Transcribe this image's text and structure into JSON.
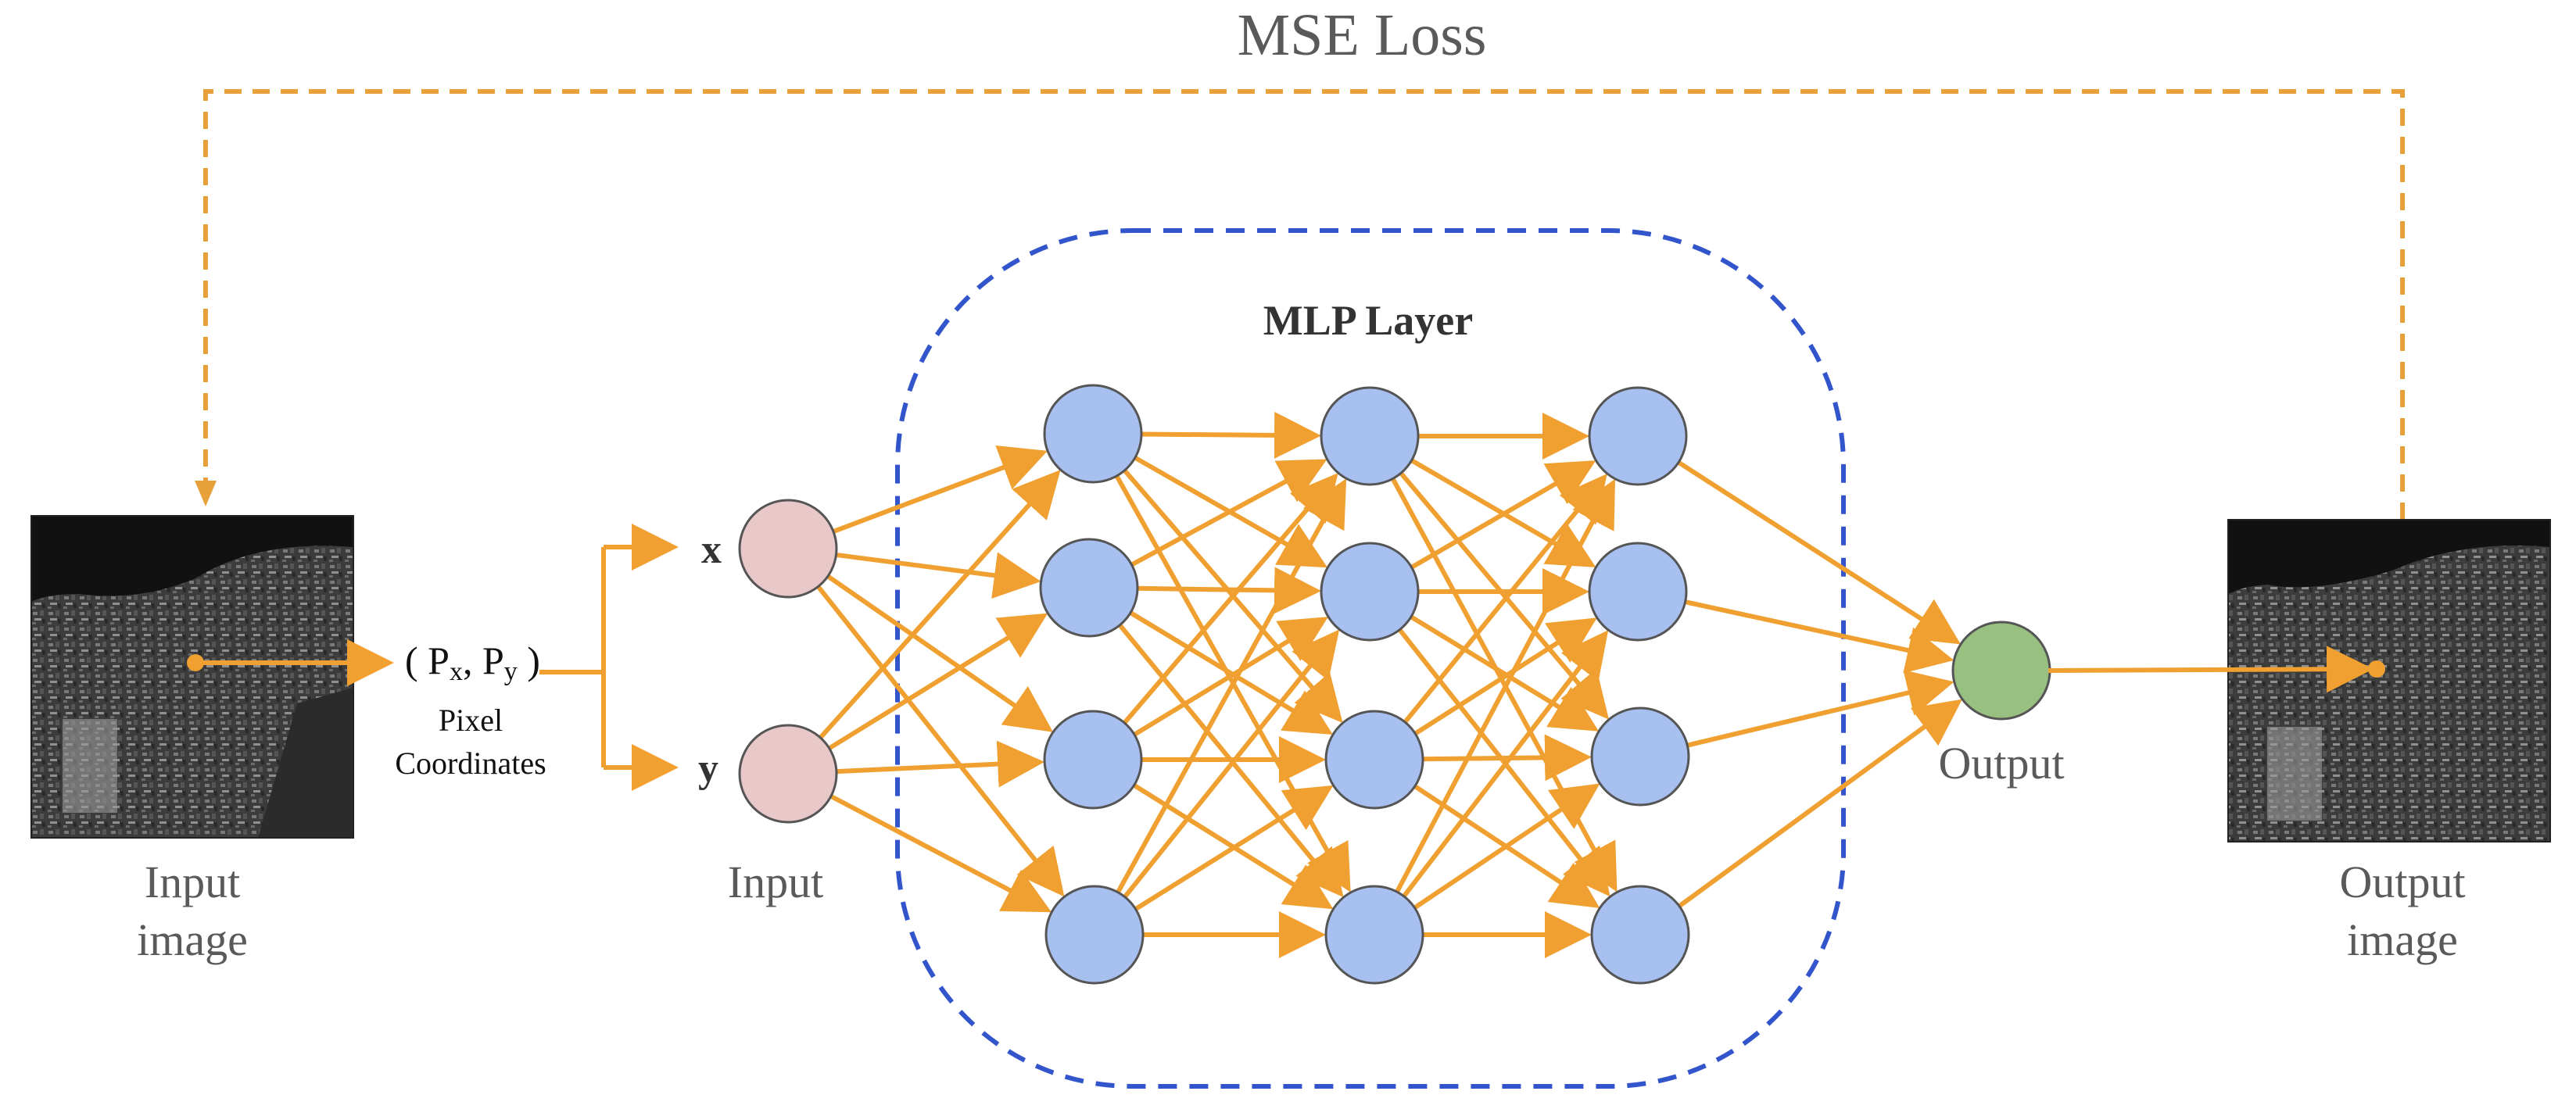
{
  "title": "MSE Loss",
  "mlp_label": "MLP Layer",
  "input_image": {
    "line1": "Input",
    "line2": "image"
  },
  "output_image": {
    "line1": "Output",
    "line2": "image"
  },
  "coords": {
    "open": "( P",
    "x_sub": "x",
    "mid": ", P",
    "y_sub": "y",
    "close": " )"
  },
  "pixel_coords": {
    "line1": "Pixel",
    "line2": "Coordinates"
  },
  "input_nodes": {
    "x": "x",
    "y": "y"
  },
  "input_label": "Input",
  "output_label": "Output",
  "colors": {
    "arrow": "#f0a030",
    "loss_dash": "#e8a03a",
    "mlp_border": "#3355cc",
    "input_node": "#e8c8c8",
    "hidden_node": "#a8c0f0",
    "output_node": "#98c080"
  }
}
